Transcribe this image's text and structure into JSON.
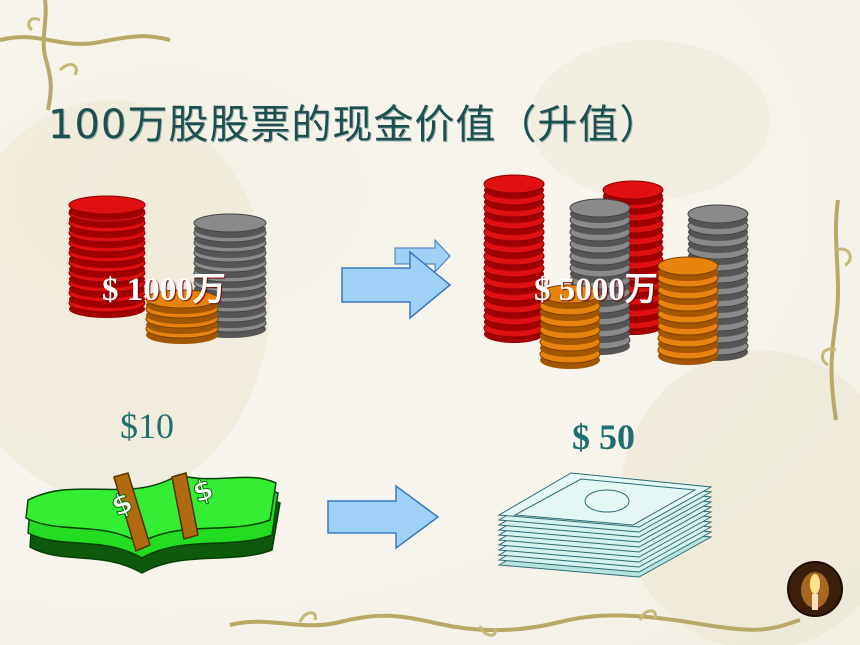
{
  "slide": {
    "title": "100万股股票的现金价值（升值）",
    "before_value_label": "$ 1000万",
    "after_value_label": "$ 5000万",
    "before_price": "$10",
    "after_price": "$ 50"
  },
  "icons": {
    "coins_before": "coin-stack-icon",
    "coins_after": "coin-stack-icon",
    "cash_before": "green-dollar-bundle-icon",
    "cash_after": "banknote-stack-icon",
    "arrows": "right-arrow-icon",
    "corner": "candle-icon"
  },
  "colors": {
    "title": "#1d4f4f",
    "price_text": "#1f6f6f",
    "coin_red": "#e01010",
    "coin_gray": "#8a8a8a",
    "coin_orange": "#e8840c",
    "arrow_fill": "#9fd0f5",
    "cash_green": "#22dd22"
  }
}
